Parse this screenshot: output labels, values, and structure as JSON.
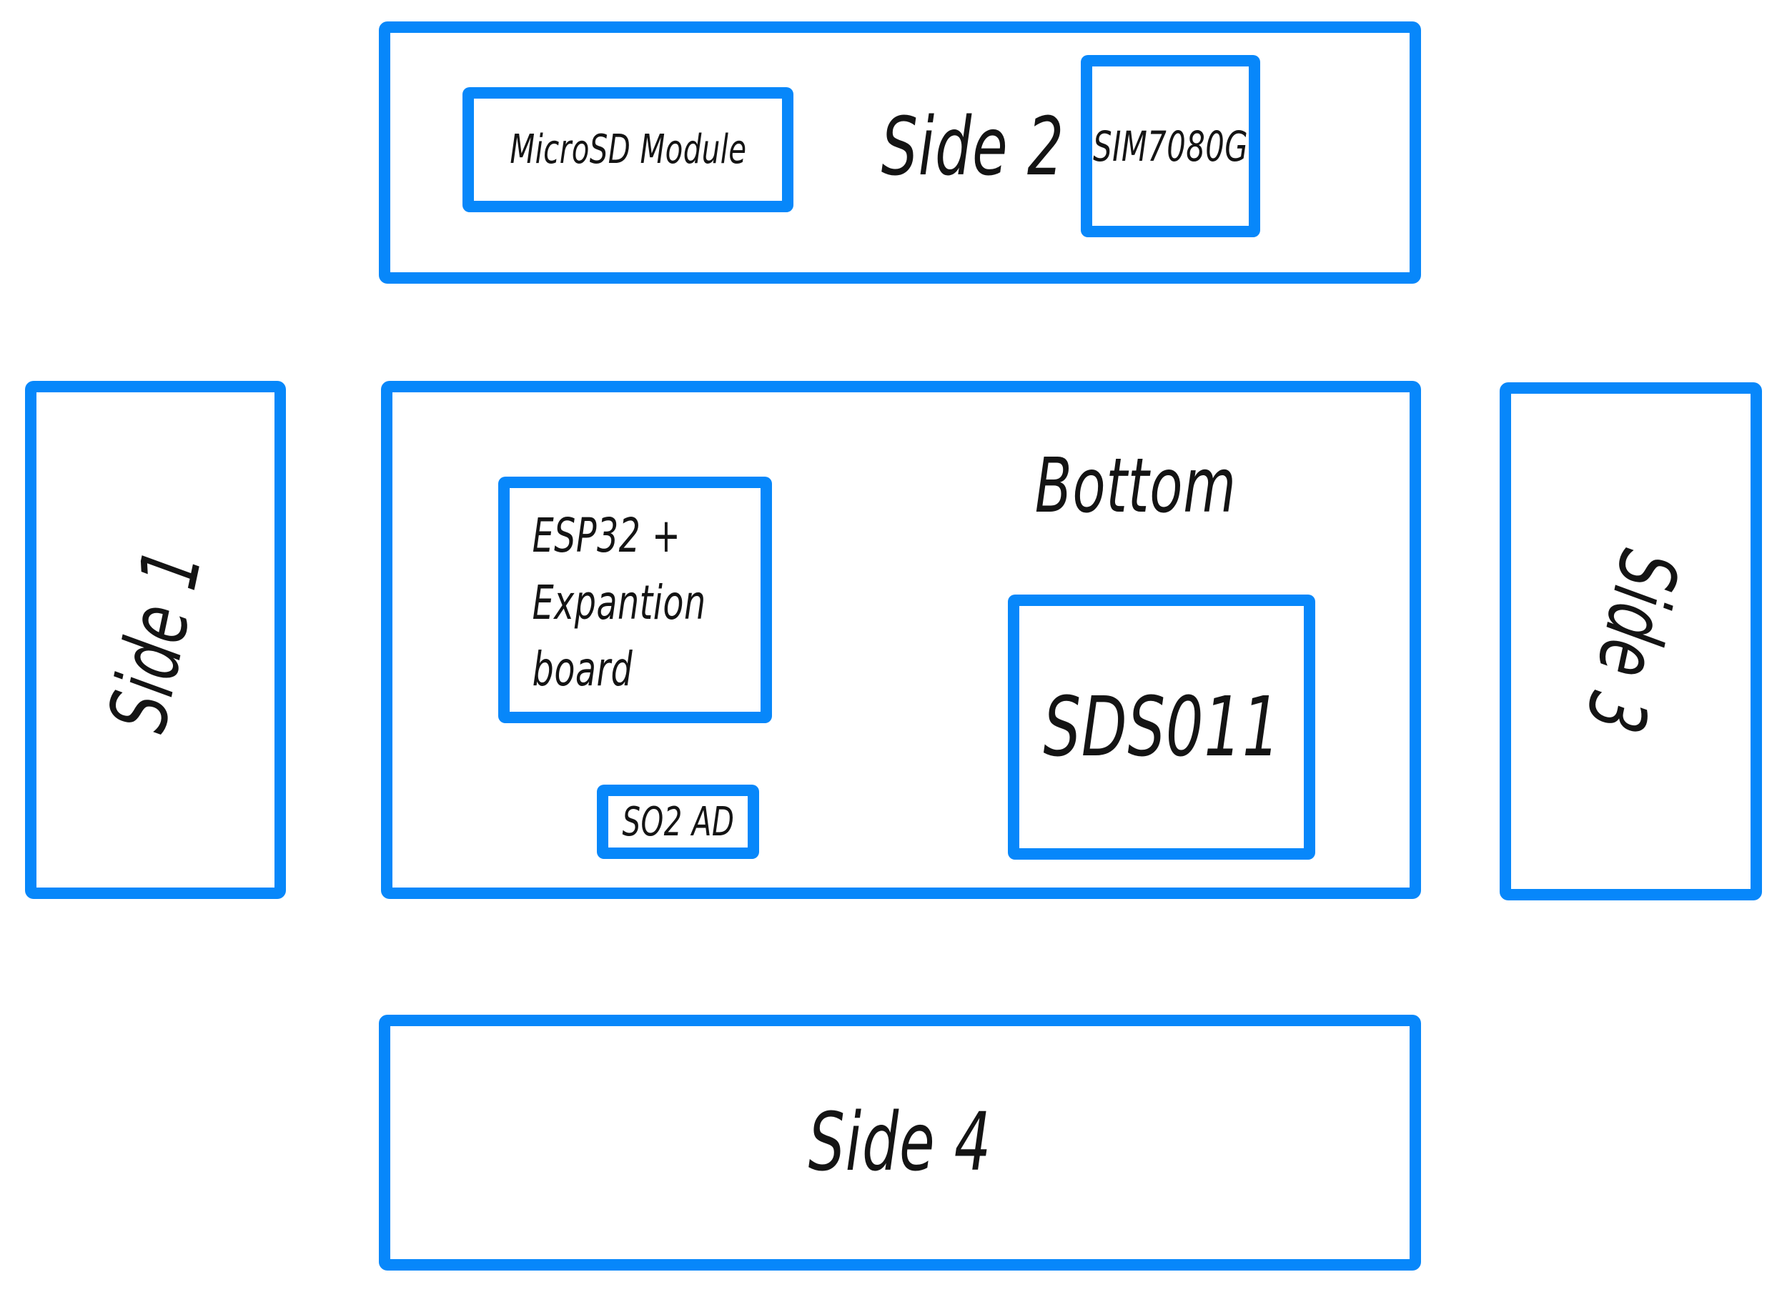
{
  "colors": {
    "outline_blue": "#0787fa",
    "text_black": "#141414",
    "background": "#ffffff"
  },
  "panels": {
    "side1": {
      "label": "Side 1"
    },
    "side2": {
      "label": "Side 2",
      "components": {
        "microsd": {
          "label": "MicroSD Module"
        },
        "sim7080g": {
          "label": "SIM7080G"
        }
      }
    },
    "bottom": {
      "label": "Bottom",
      "components": {
        "esp32": {
          "lines": [
            "ESP32 +",
            "Expantion",
            "board"
          ]
        },
        "so2ad": {
          "label": "SO2 AD"
        },
        "sds011": {
          "label": "SDS011"
        }
      }
    },
    "side3": {
      "label": "Side 3"
    },
    "side4": {
      "label": "Side 4"
    }
  }
}
